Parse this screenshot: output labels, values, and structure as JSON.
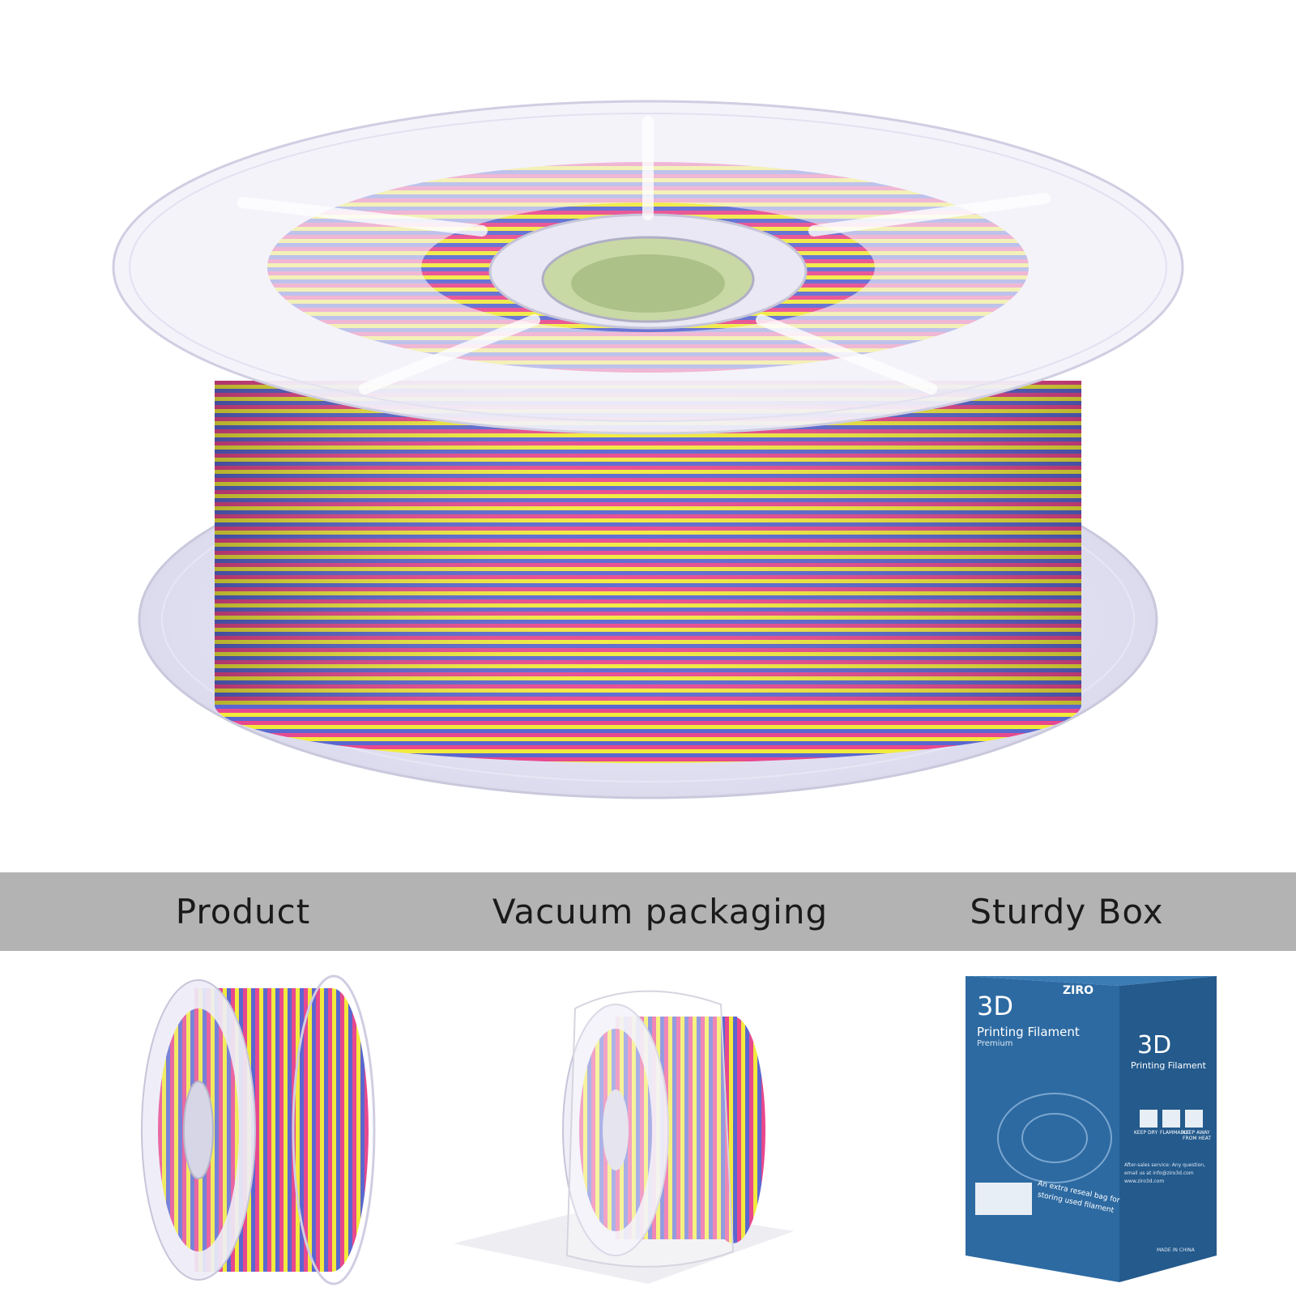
{
  "colors": {
    "band": "#b3b3b3",
    "filament_blue": "#5a67d0",
    "filament_pink": "#e8488e",
    "filament_yellow": "#f2ea3c",
    "box_blue": "#2a6a9e"
  },
  "sections": [
    {
      "label": "Product"
    },
    {
      "label": "Vacuum packaging"
    },
    {
      "label": "Sturdy Box"
    }
  ],
  "box": {
    "brand": "ZIRO",
    "front_line1": "3D",
    "front_line2": "Printing Filament",
    "front_line3": "Premium",
    "side_line1": "3D",
    "side_line2": "Printing Filament",
    "icon_labels": [
      "KEEP DRY",
      "FLAMMABLE",
      "KEEP AWAY FROM HEAT"
    ],
    "bag_line1": "An extra reseal bag for",
    "bag_line2": "storing used filament",
    "service_line1": "After-sales service: Any question,",
    "service_line2": "email us at info@ziro3d.com",
    "service_line3": "www.ziro3d.com",
    "made_in": "MADE IN CHINA"
  }
}
